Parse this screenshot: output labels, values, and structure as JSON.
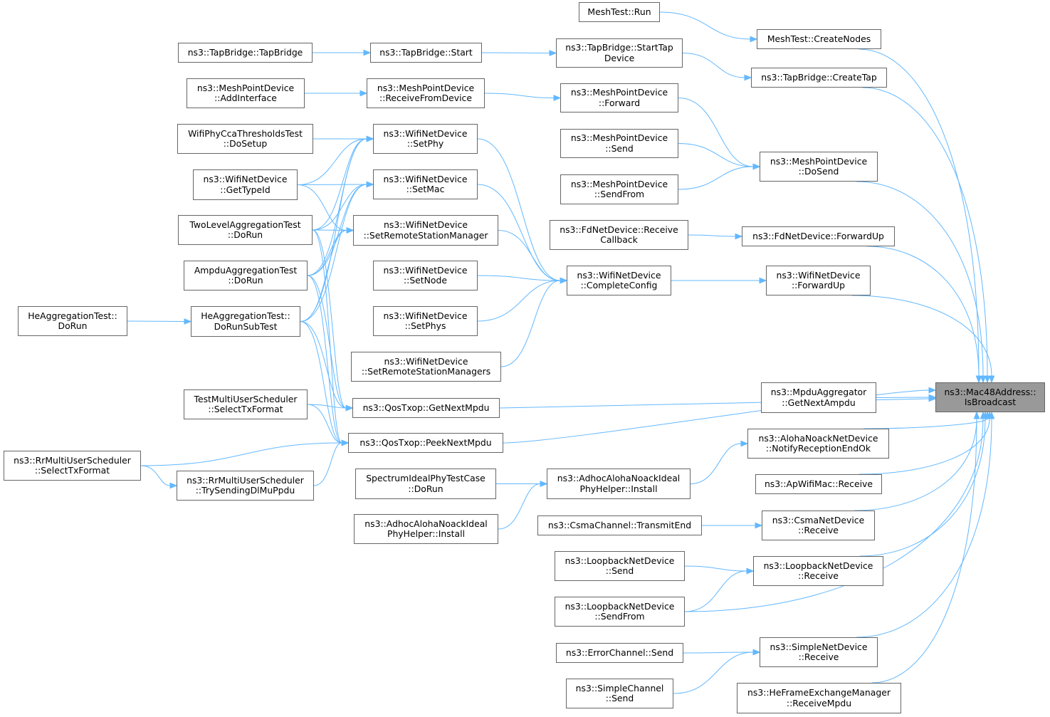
{
  "graph": {
    "root": "isbroadcast",
    "edge_color": "#63b8ff",
    "node_fill": "#ffffff",
    "root_fill": "#999999",
    "border_color": "#666666",
    "nodes": [
      {
        "id": "isbroadcast",
        "lines": [
          "ns3::Mac48Address::",
          "IsBroadcast"
        ]
      },
      {
        "id": "meshtest-run",
        "lines": [
          "MeshTest::Run"
        ]
      },
      {
        "id": "meshtest-createnodes",
        "lines": [
          "MeshTest::CreateNodes"
        ]
      },
      {
        "id": "tapbridge-tapbridge",
        "lines": [
          "ns3::TapBridge::TapBridge"
        ]
      },
      {
        "id": "tapbridge-start",
        "lines": [
          "ns3::TapBridge::Start"
        ]
      },
      {
        "id": "tapbridge-starttapdevice",
        "lines": [
          "ns3::TapBridge::StartTap",
          "Device"
        ]
      },
      {
        "id": "tapbridge-createtap",
        "lines": [
          "ns3::TapBridge::CreateTap"
        ]
      },
      {
        "id": "mpd-addinterface",
        "lines": [
          "ns3::MeshPointDevice",
          "::AddInterface"
        ]
      },
      {
        "id": "mpd-receivefromdevice",
        "lines": [
          "ns3::MeshPointDevice",
          "::ReceiveFromDevice"
        ]
      },
      {
        "id": "mpd-forward",
        "lines": [
          "ns3::MeshPointDevice",
          "::Forward"
        ]
      },
      {
        "id": "mpd-send",
        "lines": [
          "ns3::MeshPointDevice",
          "::Send"
        ]
      },
      {
        "id": "mpd-sendfrom",
        "lines": [
          "ns3::MeshPointDevice",
          "::SendFrom"
        ]
      },
      {
        "id": "mpd-dosend",
        "lines": [
          "ns3::MeshPointDevice",
          "::DoSend"
        ]
      },
      {
        "id": "wifiphycca-dosetup",
        "lines": [
          "WifiPhyCcaThresholdsTest",
          "::DoSetup"
        ]
      },
      {
        "id": "wnd-setphy",
        "lines": [
          "ns3::WifiNetDevice",
          "::SetPhy"
        ]
      },
      {
        "id": "wnd-gettypeid",
        "lines": [
          "ns3::WifiNetDevice",
          "::GetTypeId"
        ]
      },
      {
        "id": "wnd-setmac",
        "lines": [
          "ns3::WifiNetDevice",
          "::SetMac"
        ]
      },
      {
        "id": "twolevel-dorun",
        "lines": [
          "TwoLevelAggregationTest",
          "::DoRun"
        ]
      },
      {
        "id": "wnd-setremotestationmanager",
        "lines": [
          "ns3::WifiNetDevice",
          "::SetRemoteStationManager"
        ]
      },
      {
        "id": "ampdu-dorun",
        "lines": [
          "AmpduAggregationTest",
          "::DoRun"
        ]
      },
      {
        "id": "wnd-setnode",
        "lines": [
          "ns3::WifiNetDevice",
          "::SetNode"
        ]
      },
      {
        "id": "fdnd-receivecallback",
        "lines": [
          "ns3::FdNetDevice::Receive",
          "Callback"
        ]
      },
      {
        "id": "fdnd-forwardup",
        "lines": [
          "ns3::FdNetDevice::ForwardUp"
        ]
      },
      {
        "id": "wnd-completeconfig",
        "lines": [
          "ns3::WifiNetDevice",
          "::CompleteConfig"
        ]
      },
      {
        "id": "wnd-forwardup",
        "lines": [
          "ns3::WifiNetDevice",
          "::ForwardUp"
        ]
      },
      {
        "id": "heagg-dorun",
        "lines": [
          "HeAggregationTest::",
          "DoRun"
        ]
      },
      {
        "id": "heagg-dorunsubtest",
        "lines": [
          "HeAggregationTest::",
          "DoRunSubTest"
        ]
      },
      {
        "id": "wnd-setphys",
        "lines": [
          "ns3::WifiNetDevice",
          "::SetPhys"
        ]
      },
      {
        "id": "wnd-setremotestationmanagers",
        "lines": [
          "ns3::WifiNetDevice",
          "::SetRemoteStationManagers"
        ]
      },
      {
        "id": "testmu-selecttxformat",
        "lines": [
          "TestMultiUserScheduler",
          "::SelectTxFormat"
        ]
      },
      {
        "id": "qostxop-getnextmpdu",
        "lines": [
          "ns3::QosTxop::GetNextMpdu"
        ]
      },
      {
        "id": "mpduagg-getnextampdu",
        "lines": [
          "ns3::MpduAggregator",
          "::GetNextAmpdu"
        ]
      },
      {
        "id": "rrmu-selecttxformat",
        "lines": [
          "ns3::RrMultiUserScheduler",
          "::SelectTxFormat"
        ]
      },
      {
        "id": "qostxop-peeknextmpdu",
        "lines": [
          "ns3::QosTxop::PeekNextMpdu"
        ]
      },
      {
        "id": "aloha-notifyreceptionendok",
        "lines": [
          "ns3::AlohaNoackNetDevice",
          "::NotifyReceptionEndOk"
        ]
      },
      {
        "id": "rrmu-trysendingdlmuppdu",
        "lines": [
          "ns3::RrMultiUserScheduler",
          "::TrySendingDlMuPpdu"
        ]
      },
      {
        "id": "spectrumideal-dorun",
        "lines": [
          "SpectrumIdealPhyTestCase",
          "::DoRun"
        ]
      },
      {
        "id": "adhocaloha-install-a",
        "lines": [
          "ns3::AdhocAlohaNoackIdeal",
          "PhyHelper::Install"
        ]
      },
      {
        "id": "apwifimac-receive",
        "lines": [
          "ns3::ApWifiMac::Receive"
        ]
      },
      {
        "id": "adhocaloha-install-b",
        "lines": [
          "ns3::AdhocAlohaNoackIdeal",
          "PhyHelper::Install"
        ]
      },
      {
        "id": "csmachannel-transmitend",
        "lines": [
          "ns3::CsmaChannel::TransmitEnd"
        ]
      },
      {
        "id": "csmand-receive",
        "lines": [
          "ns3::CsmaNetDevice",
          "::Receive"
        ]
      },
      {
        "id": "lbnd-send",
        "lines": [
          "ns3::LoopbackNetDevice",
          "::Send"
        ]
      },
      {
        "id": "lbnd-receive",
        "lines": [
          "ns3::LoopbackNetDevice",
          "::Receive"
        ]
      },
      {
        "id": "lbnd-sendfrom",
        "lines": [
          "ns3::LoopbackNetDevice",
          "::SendFrom"
        ]
      },
      {
        "id": "errorchannel-send",
        "lines": [
          "ns3::ErrorChannel::Send"
        ]
      },
      {
        "id": "simplend-receive",
        "lines": [
          "ns3::SimpleNetDevice",
          "::Receive"
        ]
      },
      {
        "id": "simplechannel-send",
        "lines": [
          "ns3::SimpleChannel",
          "::Send"
        ]
      },
      {
        "id": "hefem-receivempdu",
        "lines": [
          "ns3::HeFrameExchangeManager",
          "::ReceiveMpdu"
        ]
      }
    ],
    "edges": [
      [
        "meshtest-run",
        "meshtest-createnodes"
      ],
      [
        "meshtest-createnodes",
        "isbroadcast"
      ],
      [
        "tapbridge-tapbridge",
        "tapbridge-start"
      ],
      [
        "tapbridge-start",
        "tapbridge-starttapdevice"
      ],
      [
        "tapbridge-starttapdevice",
        "tapbridge-createtap"
      ],
      [
        "tapbridge-createtap",
        "isbroadcast"
      ],
      [
        "mpd-addinterface",
        "mpd-receivefromdevice"
      ],
      [
        "mpd-receivefromdevice",
        "mpd-forward"
      ],
      [
        "mpd-forward",
        "mpd-dosend"
      ],
      [
        "mpd-send",
        "mpd-dosend"
      ],
      [
        "mpd-sendfrom",
        "mpd-dosend"
      ],
      [
        "mpd-dosend",
        "isbroadcast"
      ],
      [
        "wifiphycca-dosetup",
        "wnd-setphy"
      ],
      [
        "wnd-gettypeid",
        "wnd-setphy"
      ],
      [
        "wnd-gettypeid",
        "wnd-setmac"
      ],
      [
        "wnd-gettypeid",
        "wnd-setremotestationmanager"
      ],
      [
        "twolevel-dorun",
        "wnd-setphy"
      ],
      [
        "twolevel-dorun",
        "wnd-setmac"
      ],
      [
        "twolevel-dorun",
        "wnd-setremotestationmanager"
      ],
      [
        "twolevel-dorun",
        "qostxop-getnextmpdu"
      ],
      [
        "twolevel-dorun",
        "qostxop-peeknextmpdu"
      ],
      [
        "ampdu-dorun",
        "wnd-setphy"
      ],
      [
        "ampdu-dorun",
        "wnd-setmac"
      ],
      [
        "ampdu-dorun",
        "wnd-setremotestationmanager"
      ],
      [
        "ampdu-dorun",
        "qostxop-getnextmpdu"
      ],
      [
        "ampdu-dorun",
        "qostxop-peeknextmpdu"
      ],
      [
        "heagg-dorun",
        "heagg-dorunsubtest"
      ],
      [
        "heagg-dorunsubtest",
        "wnd-setphy"
      ],
      [
        "heagg-dorunsubtest",
        "wnd-setmac"
      ],
      [
        "heagg-dorunsubtest",
        "wnd-setremotestationmanager"
      ],
      [
        "heagg-dorunsubtest",
        "qostxop-getnextmpdu"
      ],
      [
        "heagg-dorunsubtest",
        "qostxop-peeknextmpdu"
      ],
      [
        "wnd-setphy",
        "wnd-completeconfig"
      ],
      [
        "wnd-setmac",
        "wnd-completeconfig"
      ],
      [
        "wnd-setremotestationmanager",
        "wnd-completeconfig"
      ],
      [
        "wnd-setnode",
        "wnd-completeconfig"
      ],
      [
        "wnd-setphys",
        "wnd-completeconfig"
      ],
      [
        "wnd-setremotestationmanagers",
        "wnd-completeconfig"
      ],
      [
        "wnd-completeconfig",
        "wnd-forwardup"
      ],
      [
        "wnd-forwardup",
        "isbroadcast"
      ],
      [
        "fdnd-receivecallback",
        "fdnd-forwardup"
      ],
      [
        "fdnd-forwardup",
        "isbroadcast"
      ],
      [
        "testmu-selecttxformat",
        "qostxop-getnextmpdu"
      ],
      [
        "testmu-selecttxformat",
        "qostxop-peeknextmpdu"
      ],
      [
        "qostxop-getnextmpdu",
        "isbroadcast"
      ],
      [
        "rrmu-selecttxformat",
        "qostxop-peeknextmpdu"
      ],
      [
        "rrmu-selecttxformat",
        "rrmu-trysendingdlmuppdu"
      ],
      [
        "rrmu-trysendingdlmuppdu",
        "qostxop-peeknextmpdu"
      ],
      [
        "qostxop-peeknextmpdu",
        "isbroadcast"
      ],
      [
        "mpduagg-getnextampdu",
        "isbroadcast"
      ],
      [
        "spectrumideal-dorun",
        "adhocaloha-install-a"
      ],
      [
        "adhocaloha-install-b",
        "adhocaloha-install-a"
      ],
      [
        "adhocaloha-install-a",
        "aloha-notifyreceptionendok"
      ],
      [
        "aloha-notifyreceptionendok",
        "isbroadcast"
      ],
      [
        "apwifimac-receive",
        "isbroadcast"
      ],
      [
        "csmachannel-transmitend",
        "csmand-receive"
      ],
      [
        "csmand-receive",
        "isbroadcast"
      ],
      [
        "lbnd-send",
        "lbnd-receive"
      ],
      [
        "lbnd-sendfrom",
        "lbnd-receive"
      ],
      [
        "lbnd-sendfrom",
        "isbroadcast"
      ],
      [
        "lbnd-receive",
        "isbroadcast"
      ],
      [
        "errorchannel-send",
        "simplend-receive"
      ],
      [
        "simplechannel-send",
        "simplend-receive"
      ],
      [
        "simplend-receive",
        "isbroadcast"
      ],
      [
        "hefem-receivempdu",
        "isbroadcast"
      ]
    ]
  }
}
